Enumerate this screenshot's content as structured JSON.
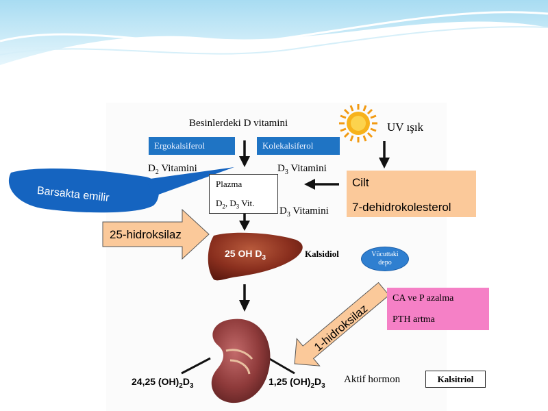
{
  "diagram": {
    "food_vitamin": "Besinlerdeki D vitamini",
    "uv_light": "UV ışık",
    "ergocalciferol": "Ergokalsiferol",
    "cholecalciferol": "Kolekalsiferol",
    "d2_vitamin_prefix": "D",
    "d2_sub": "2",
    "d2_vitamin_suffix": " Vitamini",
    "d3_vitamin_prefix": "D",
    "d3_sub": "3",
    "d3_vitamin_suffix": " Vitamini",
    "d3_vitamin2_prefix": "D",
    "d3_vitamin2_sub": "3",
    "d3_vitamin2_suffix": " Vitamini",
    "intestine_absorption": "Barsakta emilir",
    "plasma_title": "Plazma",
    "plasma_d": "D",
    "plasma_sub2": "2",
    "plasma_comma": ", D",
    "plasma_sub3": "3",
    "plasma_vit": " Vit.",
    "skin_title": "Cilt",
    "skin_compound": "7-dehidrokolesterol",
    "hydroxylase_25": "25-hidroksilaz",
    "liver_label_main": "25 OH D",
    "liver_label_sub": "3",
    "calcidiol": "Kalsidiol",
    "body_store_line1": "Vücuttaki",
    "body_store_line2": "depo",
    "ca_p_decrease": "CA ve P azalma",
    "pth_increase": "PTH artma",
    "hydroxylase_1": "1-hidroksilaz",
    "kidney_left_a": "24,25 (OH)",
    "kidney_left_sub2": "2",
    "kidney_left_b": "D",
    "kidney_left_sub3": "3",
    "kidney_right_a": "1,25 (OH)",
    "kidney_right_sub2": "2",
    "kidney_right_b": "D",
    "kidney_right_sub3": "3",
    "active_hormone": "Aktif hormon",
    "calcitriol": "Kalsitriol"
  },
  "colors": {
    "blue_box": "#1f74c4",
    "peach": "#fbc99a",
    "pink": "#f580c6",
    "callout_blue": "#1564c0",
    "liver": "#8a2f1e",
    "kidney": "#8e3a3a",
    "header_wave": "#bfe6f7"
  }
}
